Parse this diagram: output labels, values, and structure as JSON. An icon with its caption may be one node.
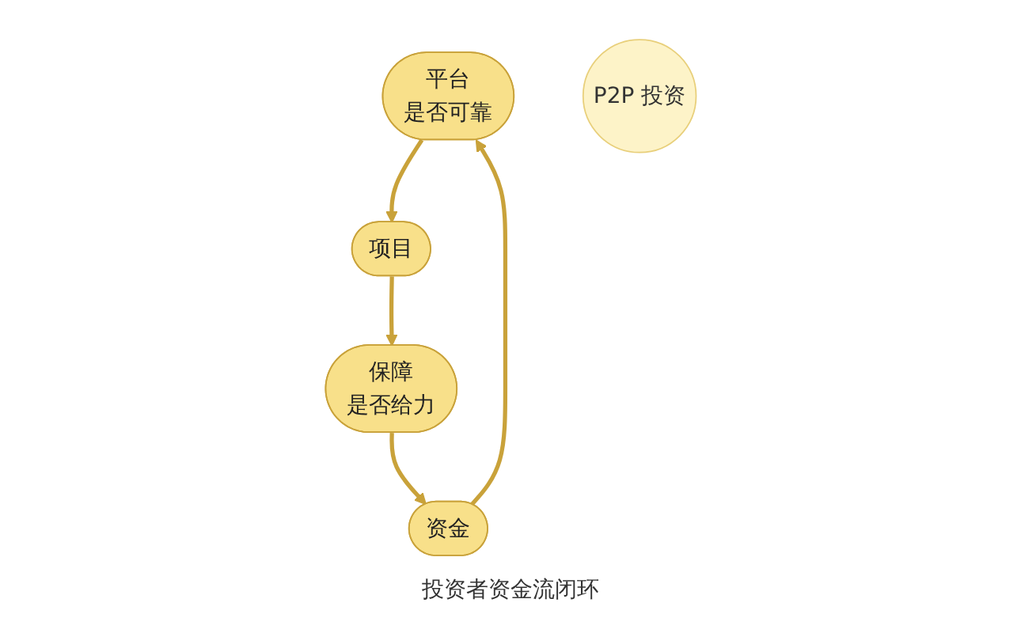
{
  "diagram": {
    "caption": "投资者资金流闭环",
    "nodes": [
      {
        "text": [
          "平台",
          "是否可靠"
        ]
      },
      {
        "text": [
          "项目"
        ]
      },
      {
        "text": [
          "保障",
          "是否给力"
        ]
      },
      {
        "text": [
          "资金"
        ]
      },
      {
        "text": [
          "P2P 投资"
        ]
      }
    ],
    "edges": [
      {
        "from": 0,
        "to": 1,
        "arrow": "to"
      },
      {
        "from": 1,
        "to": 2,
        "arrow": "to"
      },
      {
        "from": 2,
        "to": 3,
        "arrow": "to"
      },
      {
        "from": 3,
        "to": 0,
        "arrow": "to"
      }
    ]
  }
}
